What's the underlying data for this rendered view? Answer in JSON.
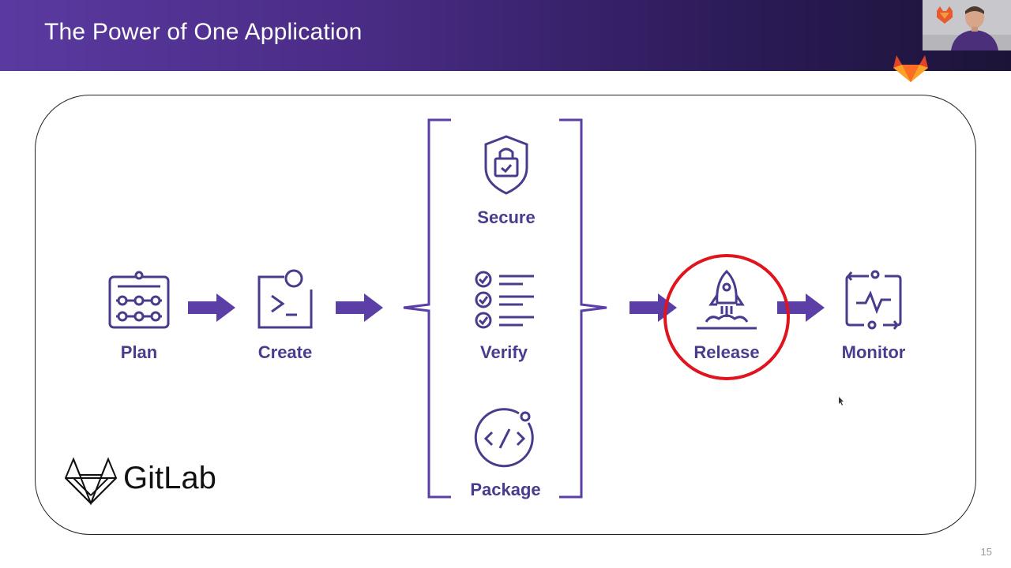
{
  "slide": {
    "title": "The Power of One Application",
    "page_number": "15"
  },
  "stages": {
    "plan": "Plan",
    "create": "Create",
    "secure": "Secure",
    "verify": "Verify",
    "package": "Package",
    "release": "Release",
    "monitor": "Monitor"
  },
  "logo": {
    "text": "GitLab"
  },
  "icons": [
    "plan-icon",
    "create-icon",
    "secure-icon",
    "verify-icon",
    "package-icon",
    "release-icon",
    "monitor-icon",
    "gitlab-logo-icon"
  ],
  "colors": {
    "header_start": "#5a3aa0",
    "header_end": "#1c1438",
    "icon_purple": "#4a3b8c",
    "arrow_purple": "#5b3fa6",
    "highlight_red": "#e0141e",
    "fox_orange": "#e24329"
  }
}
